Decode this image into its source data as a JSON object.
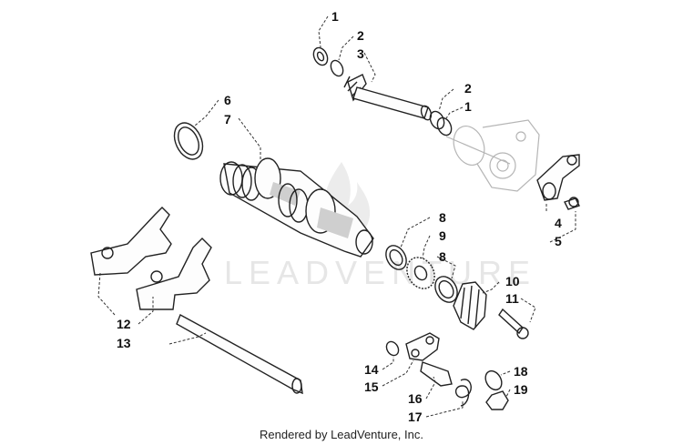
{
  "watermark": {
    "text": "LEADVENTURE"
  },
  "footer": {
    "text": "Rendered by LeadVenture, Inc."
  },
  "callouts": [
    "1",
    "2",
    "3",
    "2",
    "1",
    "6",
    "7",
    "4",
    "5",
    "8",
    "9",
    "8",
    "10",
    "11",
    "12",
    "13",
    "14",
    "15",
    "16",
    "17",
    "18",
    "19"
  ]
}
